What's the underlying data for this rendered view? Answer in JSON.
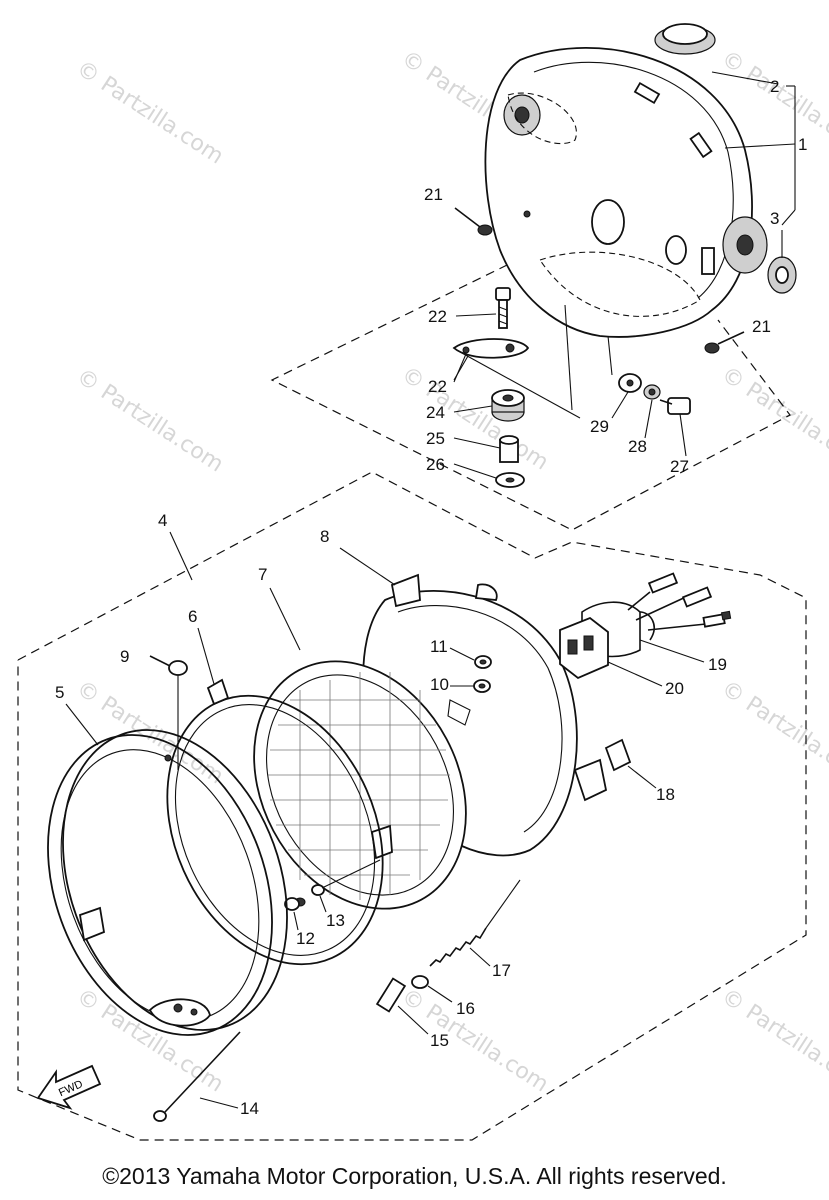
{
  "watermark": "© Partzilla.com",
  "fwd_label": "FWD",
  "copyright": "©2013 Yamaha Motor Corporation, U.S.A. All rights reserved.",
  "callouts": [
    {
      "id": "1",
      "label": "1"
    },
    {
      "id": "2",
      "label": "2"
    },
    {
      "id": "3",
      "label": "3"
    },
    {
      "id": "4",
      "label": "4"
    },
    {
      "id": "5",
      "label": "5"
    },
    {
      "id": "6",
      "label": "6"
    },
    {
      "id": "7",
      "label": "7"
    },
    {
      "id": "8",
      "label": "8"
    },
    {
      "id": "9",
      "label": "9"
    },
    {
      "id": "10",
      "label": "10"
    },
    {
      "id": "11",
      "label": "11"
    },
    {
      "id": "12",
      "label": "12"
    },
    {
      "id": "13",
      "label": "13"
    },
    {
      "id": "14",
      "label": "14"
    },
    {
      "id": "15",
      "label": "15"
    },
    {
      "id": "16",
      "label": "16"
    },
    {
      "id": "17",
      "label": "17"
    },
    {
      "id": "18",
      "label": "18"
    },
    {
      "id": "19",
      "label": "19"
    },
    {
      "id": "20",
      "label": "20"
    },
    {
      "id": "21a",
      "label": "21"
    },
    {
      "id": "21b",
      "label": "21"
    },
    {
      "id": "22",
      "label": "22"
    },
    {
      "id": "23",
      "label": "23"
    },
    {
      "id": "24",
      "label": "24"
    },
    {
      "id": "25",
      "label": "25"
    },
    {
      "id": "26",
      "label": "26"
    },
    {
      "id": "27",
      "label": "27"
    },
    {
      "id": "28",
      "label": "28"
    },
    {
      "id": "29",
      "label": "29"
    }
  ]
}
